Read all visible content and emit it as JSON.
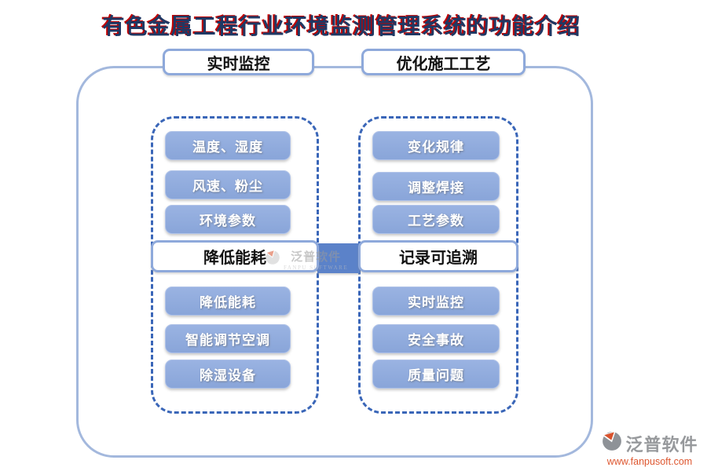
{
  "title": "有色金属工程行业环境监测管理系统的功能介绍",
  "tabs": [
    {
      "label": "实时监控"
    },
    {
      "label": "优化施工工艺"
    }
  ],
  "left_panel": {
    "top_items": [
      "温度、湿度",
      "风速、粉尘",
      "环境参数"
    ],
    "divider_label": "降低能耗",
    "bottom_items": [
      "降低能耗",
      "智能调节空调",
      "除湿设备"
    ]
  },
  "right_panel": {
    "top_items": [
      "变化规律",
      "调整焊接",
      "工艺参数"
    ],
    "divider_label": "记录可追溯",
    "bottom_items": [
      "实时监控",
      "安全事故",
      "质量问题"
    ]
  },
  "watermark": {
    "brand": "泛普软件",
    "brand_en": "FANPU SOFTWARE"
  },
  "footer": {
    "brand": "泛普软件",
    "website": "www.fanpusoft.com"
  },
  "colors": {
    "title_text": "#1F3864",
    "title_shadow": "#C00000",
    "node_fill": "#8EA9DB",
    "node_text": "#FFFFFF",
    "frame_border": "#A3B8DD",
    "dashed_border": "#3A66B8",
    "connector_fill": "#5B82C9",
    "label_border": "#8EA9DB",
    "footer_brand_text": "#97999C",
    "footer_url_text": "#DE5730",
    "logo_accent": "#D8532E",
    "logo_gray": "#8E9297"
  }
}
